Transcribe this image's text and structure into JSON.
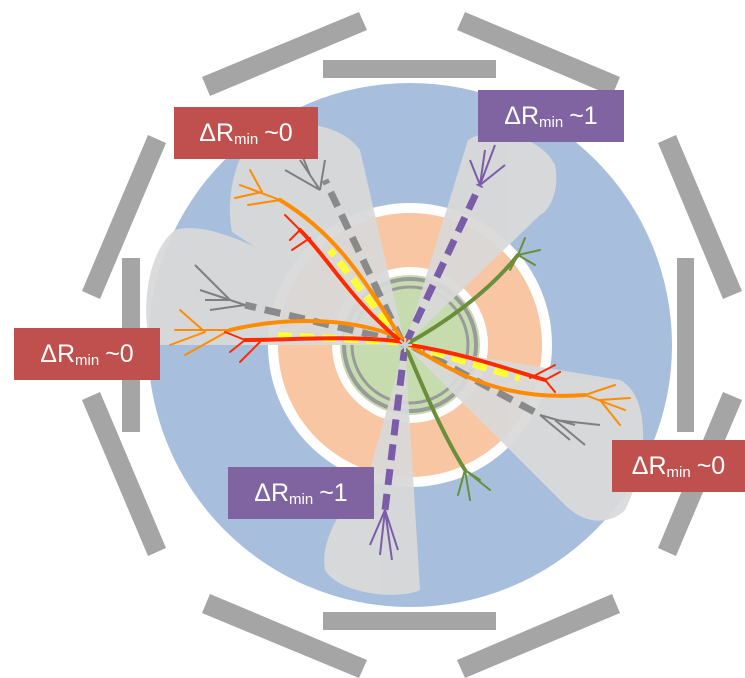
{
  "colors": {
    "calorimeter_block": "#a5a5a5",
    "outer_detector": "#a7bfdd",
    "middle_detector": "#f8c6a3",
    "inner_detector": "#c7dcae",
    "jet_cone": "#d9d9d9",
    "tag_red": "#c0504d",
    "tag_purple": "#8064a2",
    "track_orange": "#ff8c00",
    "track_red": "#ff2a00",
    "track_yellow": "#ffff33",
    "track_gray": "#7f7f7f",
    "track_purple": "#7a5ca8",
    "track_green": "#6a8f3a"
  },
  "labels": [
    {
      "id": "top-left",
      "symbol": "ΔR",
      "subscript": "min",
      "relation": "~0",
      "color": "#c0504d"
    },
    {
      "id": "top-right",
      "symbol": "ΔR",
      "subscript": "min",
      "relation": "~1",
      "color": "#8064a2"
    },
    {
      "id": "left",
      "symbol": "ΔR",
      "subscript": "min",
      "relation": "~0",
      "color": "#c0504d"
    },
    {
      "id": "bottom-center",
      "symbol": "ΔR",
      "subscript": "min",
      "relation": "~1",
      "color": "#8064a2"
    },
    {
      "id": "right",
      "symbol": "ΔR",
      "subscript": "min",
      "relation": "~0",
      "color": "#c0504d"
    }
  ]
}
